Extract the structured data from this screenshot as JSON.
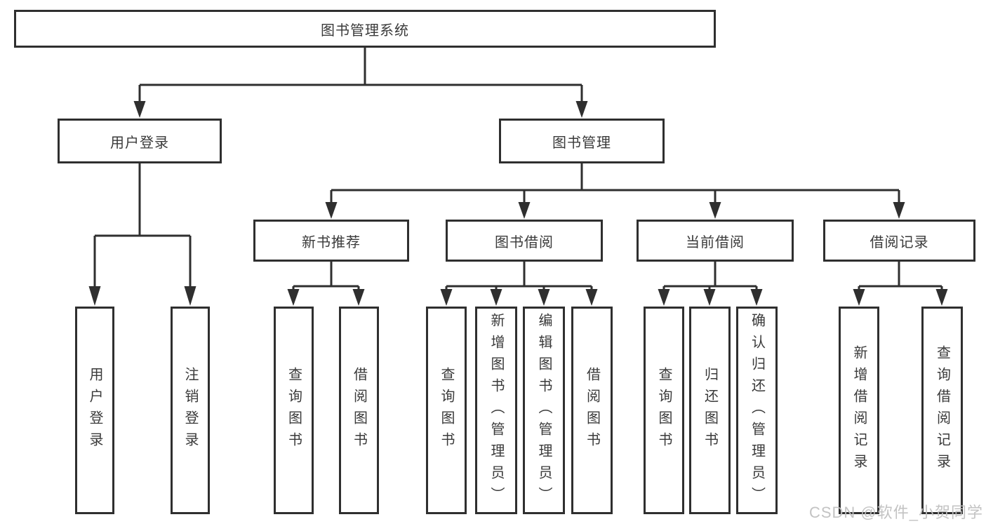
{
  "diagram": {
    "root": {
      "label": "图书管理系统"
    },
    "level1": [
      {
        "label": "用户登录"
      },
      {
        "label": "图书管理"
      }
    ],
    "level2": [
      {
        "label": "新书推荐"
      },
      {
        "label": "图书借阅"
      },
      {
        "label": "当前借阅"
      },
      {
        "label": "借阅记录"
      }
    ],
    "leaves": {
      "user_login": [
        "用户登录",
        "注销登录"
      ],
      "new_book": [
        "查询图书",
        "借阅图书"
      ],
      "book_borrow": [
        "查询图书",
        "新增图书（管理员）",
        "编辑图书（管理员）",
        "借阅图书"
      ],
      "current_borrow": [
        "查询图书",
        "归还图书",
        "确认归还（管理员）"
      ],
      "borrow_records": [
        "新增借阅记录",
        "查询借阅记录"
      ]
    }
  },
  "watermark": {
    "text": "CSDN @软件_小贺同学"
  },
  "colors": {
    "line": "#2f2f2f",
    "text": "#3a3a3a",
    "background": "#ffffff",
    "watermark": "#c0c0c0"
  }
}
